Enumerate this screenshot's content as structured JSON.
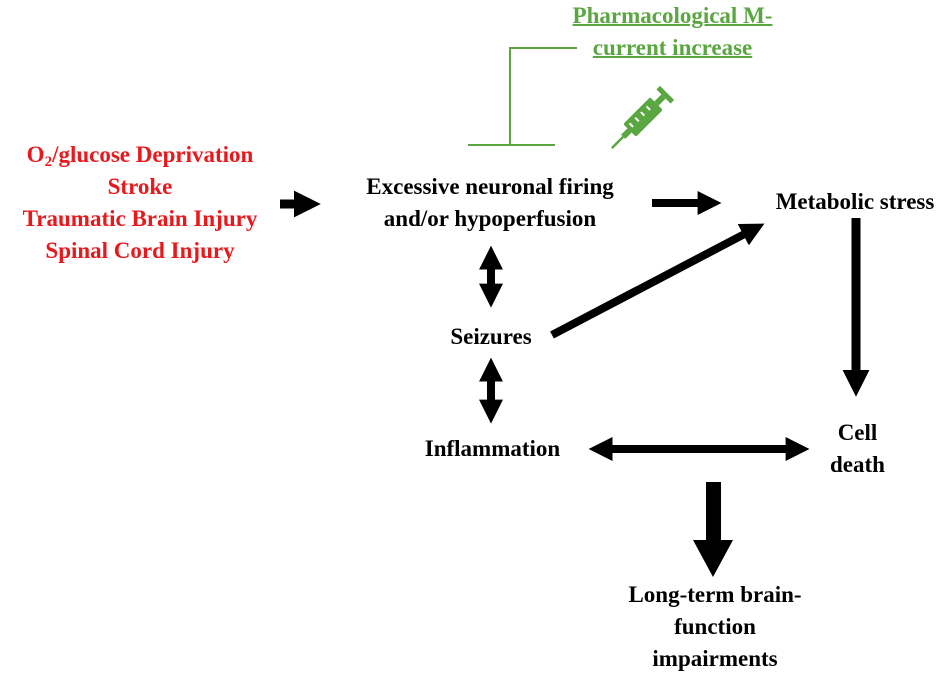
{
  "causes": {
    "line1_pre": "O",
    "line1_sub": "2",
    "line1_post": "/glucose Deprivation",
    "line2": "Stroke",
    "line3": "Traumatic Brain Injury",
    "line4": "Spinal Cord Injury"
  },
  "intervention": {
    "line1": "Pharmacological M-",
    "line2": "current increase"
  },
  "nodes": {
    "firing_line1": "Excessive neuronal firing",
    "firing_line2": "and/or hypoperfusion",
    "metabolic": "Metabolic stress",
    "seizures": "Seizures",
    "inflammation": "Inflammation",
    "cell_death_line1": "Cell",
    "cell_death_line2": "death",
    "longterm_line1": "Long-term brain-",
    "longterm_line2": "function",
    "longterm_line3": "impairments"
  },
  "colors": {
    "causes": "#e8191c",
    "intervention": "#5aa641",
    "arrows": "#000000"
  },
  "icons": [
    "syringe-icon"
  ]
}
